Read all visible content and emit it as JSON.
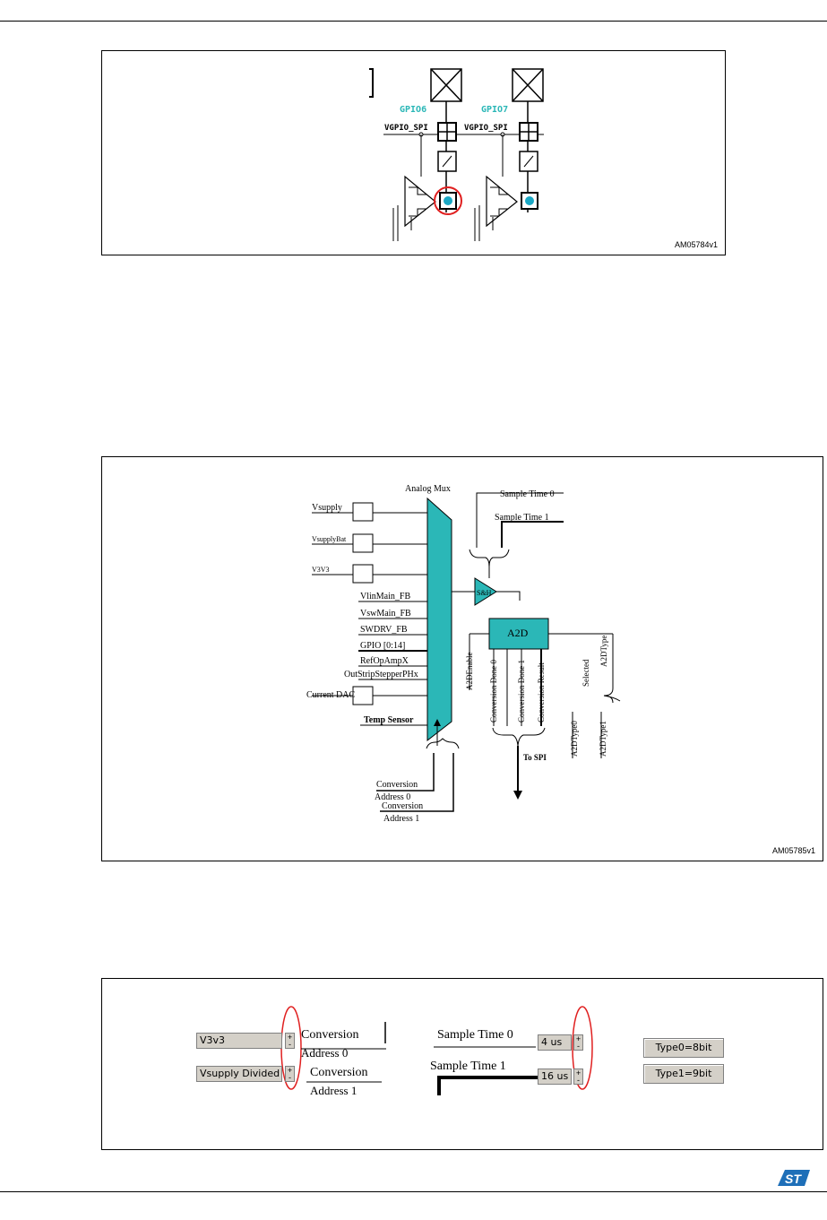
{
  "figure1": {
    "id": "AM05784v1",
    "gpio6": "GPIO6",
    "gpio7": "GPIO7",
    "net6": "VGPIO_SPI",
    "net7": "VGPIO_SPI"
  },
  "figure2": {
    "id": "AM05785v1",
    "mux_title": "Analog Mux",
    "inputs": [
      "Vsupply",
      "VsupplyBat",
      "V3V3",
      "VlinMain_FB",
      "VswMain_FB",
      "SWDRV_FB",
      "GPIO [0:14]",
      "RefOpAmpX",
      "OutStripStepperPHx",
      "Current DAC",
      "Temp Sensor"
    ],
    "sample_time_0": "Sample Time 0",
    "sample_time_1": "Sample Time 1",
    "sh": "S&H",
    "a2d": "A2D",
    "a2d_enable": "A2DEnable",
    "outputs": [
      "Conversion Done 0",
      "Conversion Done 1",
      "Conversion Result"
    ],
    "to_spi": "To SPI",
    "selected": "Selected",
    "a2dtype": "A2DType",
    "a2dtype0": "A2DType0",
    "a2dtype1": "A2DType1",
    "conv_addr0_a": "Conversion",
    "conv_addr0_b": "Address 0",
    "conv_addr1_a": "Conversion",
    "conv_addr1_b": "Address 1"
  },
  "figure3": {
    "combo1": "V3v3",
    "combo2": "Vsupply Divided",
    "conv0_a": "Conversion",
    "conv0_b": "Address 0",
    "conv1_a": "Conversion",
    "conv1_b": "Address 1",
    "st0": "Sample Time 0",
    "st1": "Sample Time 1",
    "st0_value": "4 us",
    "st1_value": "16 us",
    "type0": "Type0=8bit",
    "type1": "Type1=9bit",
    "plus": "+",
    "minus": "-"
  },
  "colors": {
    "teal": "#2bb7b7",
    "highlight": "#e02020",
    "chip_teal": "#1aa7c4"
  }
}
